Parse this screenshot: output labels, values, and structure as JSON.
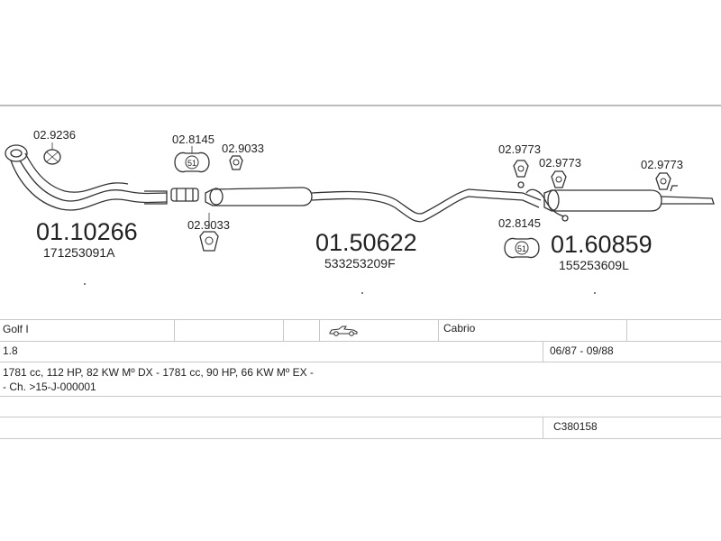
{
  "parts": {
    "p1": {
      "number": "01.10266",
      "oem": "171253091A"
    },
    "p2": {
      "number": "01.50622",
      "oem": "533253209F"
    },
    "p3": {
      "number": "01.60859",
      "oem": "155253609L"
    }
  },
  "hardware": {
    "h1": "02.9236",
    "h2": "02.8145",
    "h3": "02.9033",
    "h4": "02.9033",
    "h5": "02.9773",
    "h6": "02.9773",
    "h7": "02.9773",
    "h8": "02.8145",
    "clamp_code_1": "51",
    "clamp_code_2": "51"
  },
  "table": {
    "model": "Golf I",
    "body_style": "Cabrio",
    "engine": "1.8",
    "years": "06/87 - 09/88",
    "engine_details": "1781 cc, 112 HP, 82 KW Mº DX - 1781 cc, 90 HP, 66 KW Mº EX -",
    "chassis": "- Ch. >15-J-000001",
    "ref": "C380158"
  },
  "icons": {
    "vehicle": "convertible-car-icon"
  }
}
